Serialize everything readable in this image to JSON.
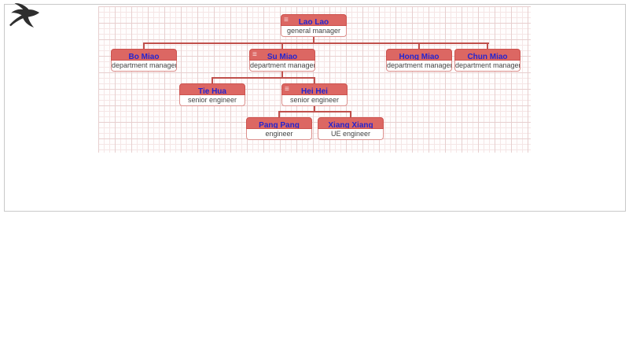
{
  "icons": {
    "menu": "≡",
    "logo": "swallow-bird"
  },
  "colors": {
    "node_red": "#d9534f",
    "title_bg": "#dc6763",
    "name_link_blue": "#2525cf",
    "connector": "#c0504c",
    "grid_line": "#e7cfcf"
  },
  "org_chart": {
    "nodes": [
      {
        "id": "lao-lao",
        "name": "Lao Lao",
        "role": "general manager",
        "has_children": true
      },
      {
        "id": "bo-miao",
        "name": "Bo Miao",
        "role": "department manager",
        "has_children": false
      },
      {
        "id": "su-miao",
        "name": "Su Miao",
        "role": "department manager",
        "has_children": true
      },
      {
        "id": "hong-miao",
        "name": "Hong Miao",
        "role": "department manager",
        "has_children": false
      },
      {
        "id": "chun-miao",
        "name": "Chun Miao",
        "role": "department manager",
        "has_children": false
      },
      {
        "id": "tie-hua",
        "name": "Tie Hua",
        "role": "senior engineer",
        "has_children": false
      },
      {
        "id": "hei-hei",
        "name": "Hei Hei",
        "role": "senior engineer",
        "has_children": true
      },
      {
        "id": "pang-pang",
        "name": "Pang Pang",
        "role": "engineer",
        "has_children": false
      },
      {
        "id": "xiang-xiang",
        "name": "Xiang Xiang",
        "role": "UE engineer",
        "has_children": false
      }
    ],
    "edges": [
      {
        "from": "Lao Lao",
        "to": [
          "Bo Miao",
          "Su Miao",
          "Hong Miao",
          "Chun Miao"
        ]
      },
      {
        "from": "Su Miao",
        "to": [
          "Tie Hua",
          "Hei Hei"
        ]
      },
      {
        "from": "Hei Hei",
        "to": [
          "Pang Pang",
          "Xiang Xiang"
        ]
      }
    ]
  }
}
